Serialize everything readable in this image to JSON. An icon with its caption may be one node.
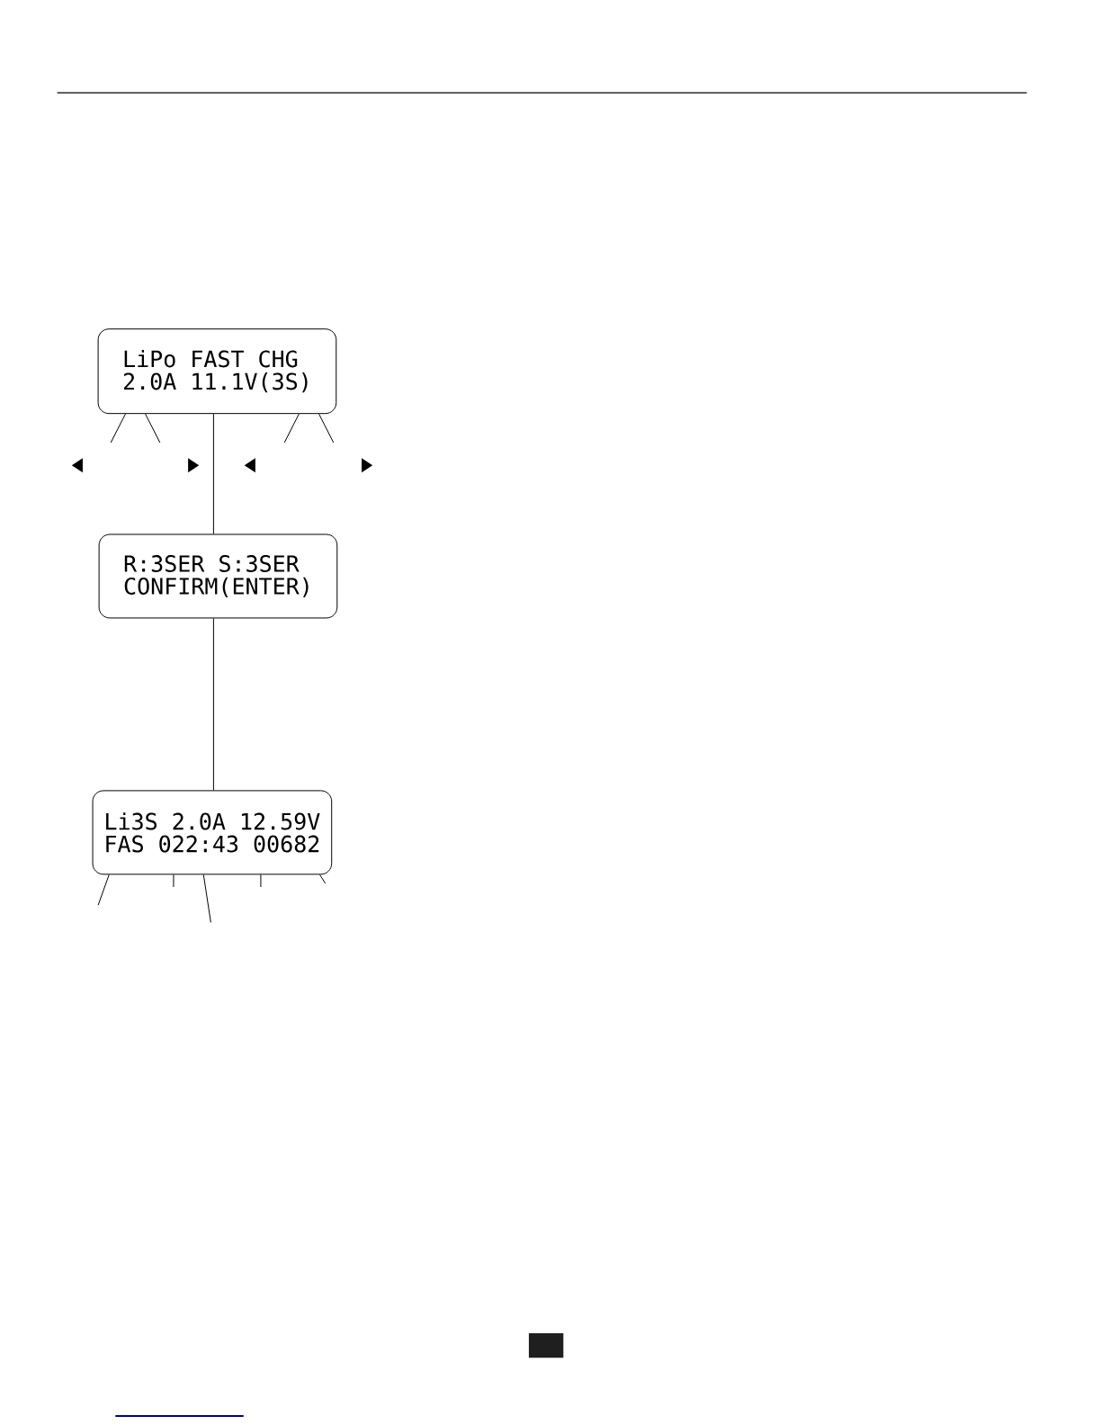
{
  "diagram": {
    "nodes": [
      {
        "text": [
          "LiPo FAST CHG",
          "2.0A 11.1V(3S)"
        ]
      },
      {
        "text": [
          "R:3SER S:3SER",
          "CONFIRM(ENTER)"
        ]
      },
      {
        "text": [
          "Li3S 2.0A 12.59V",
          "FAS 022:43 00682"
        ]
      }
    ],
    "edges": [
      {
        "from": 0,
        "to": 1,
        "arrow": "none"
      },
      {
        "from": 1,
        "to": 2,
        "arrow": "none"
      },
      {
        "from": null,
        "to": 0,
        "arrow": "none"
      },
      {
        "from": null,
        "to": 0,
        "arrow": "none"
      },
      {
        "from": null,
        "to": 0,
        "arrow": "none"
      },
      {
        "from": null,
        "to": 0,
        "arrow": "none"
      },
      {
        "from": null,
        "to": 2,
        "arrow": "none"
      },
      {
        "from": null,
        "to": 2,
        "arrow": "none"
      },
      {
        "from": null,
        "to": 2,
        "arrow": "none"
      },
      {
        "from": null,
        "to": 2,
        "arrow": "none"
      },
      {
        "from": null,
        "to": 2,
        "arrow": "none"
      }
    ]
  }
}
